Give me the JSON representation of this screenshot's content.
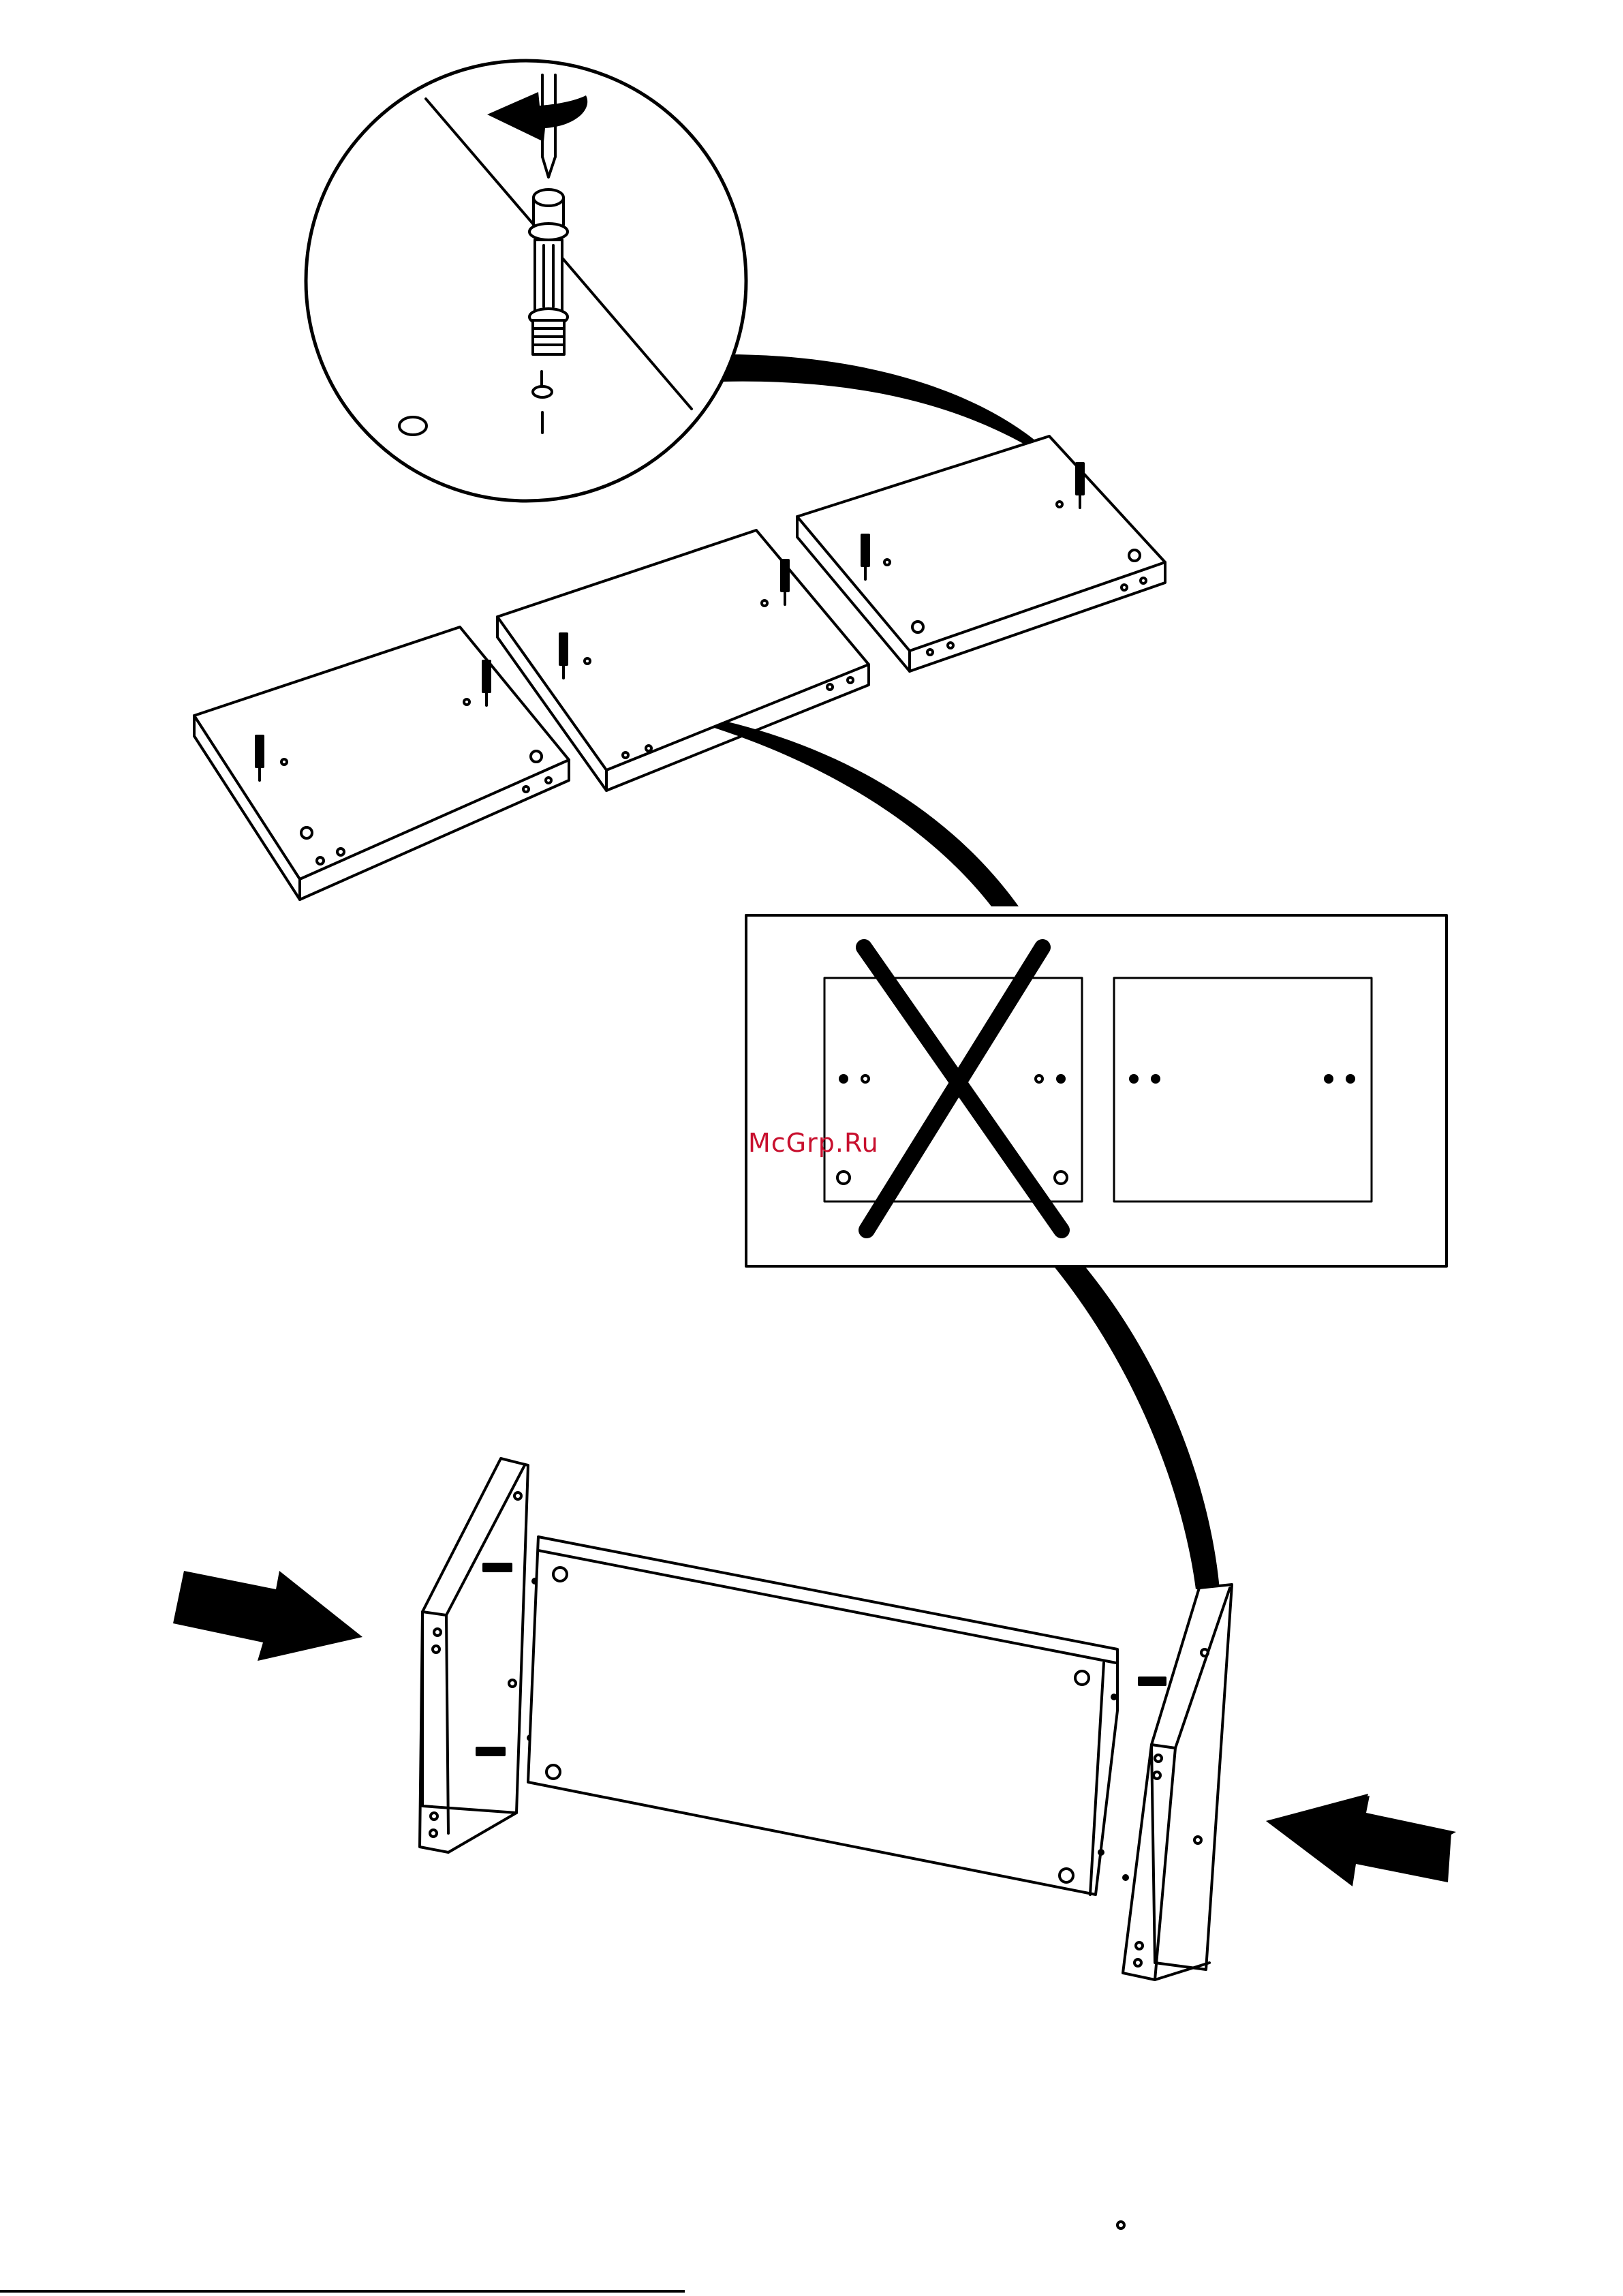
{
  "document": {
    "kind": "assembly-instructions-page",
    "watermark": {
      "text": "McGrp.Ru",
      "color": "#c8102e"
    },
    "ink_color": "#000000",
    "paper_color": "#ffffff"
  },
  "figures": {
    "detail_zoom": {
      "icon": "cam-dowel-screwdriver-icon",
      "rotation": "counterclockwise-arrow-icon"
    },
    "panels_with_dowels": {
      "count": 3
    },
    "orientation_check": {
      "wrong": "crossed-out-panel-icon",
      "correct": "correct-panel-icon"
    },
    "assembly": {
      "icon": "cabinet-assembly-icon",
      "push_arrows": 2
    }
  }
}
